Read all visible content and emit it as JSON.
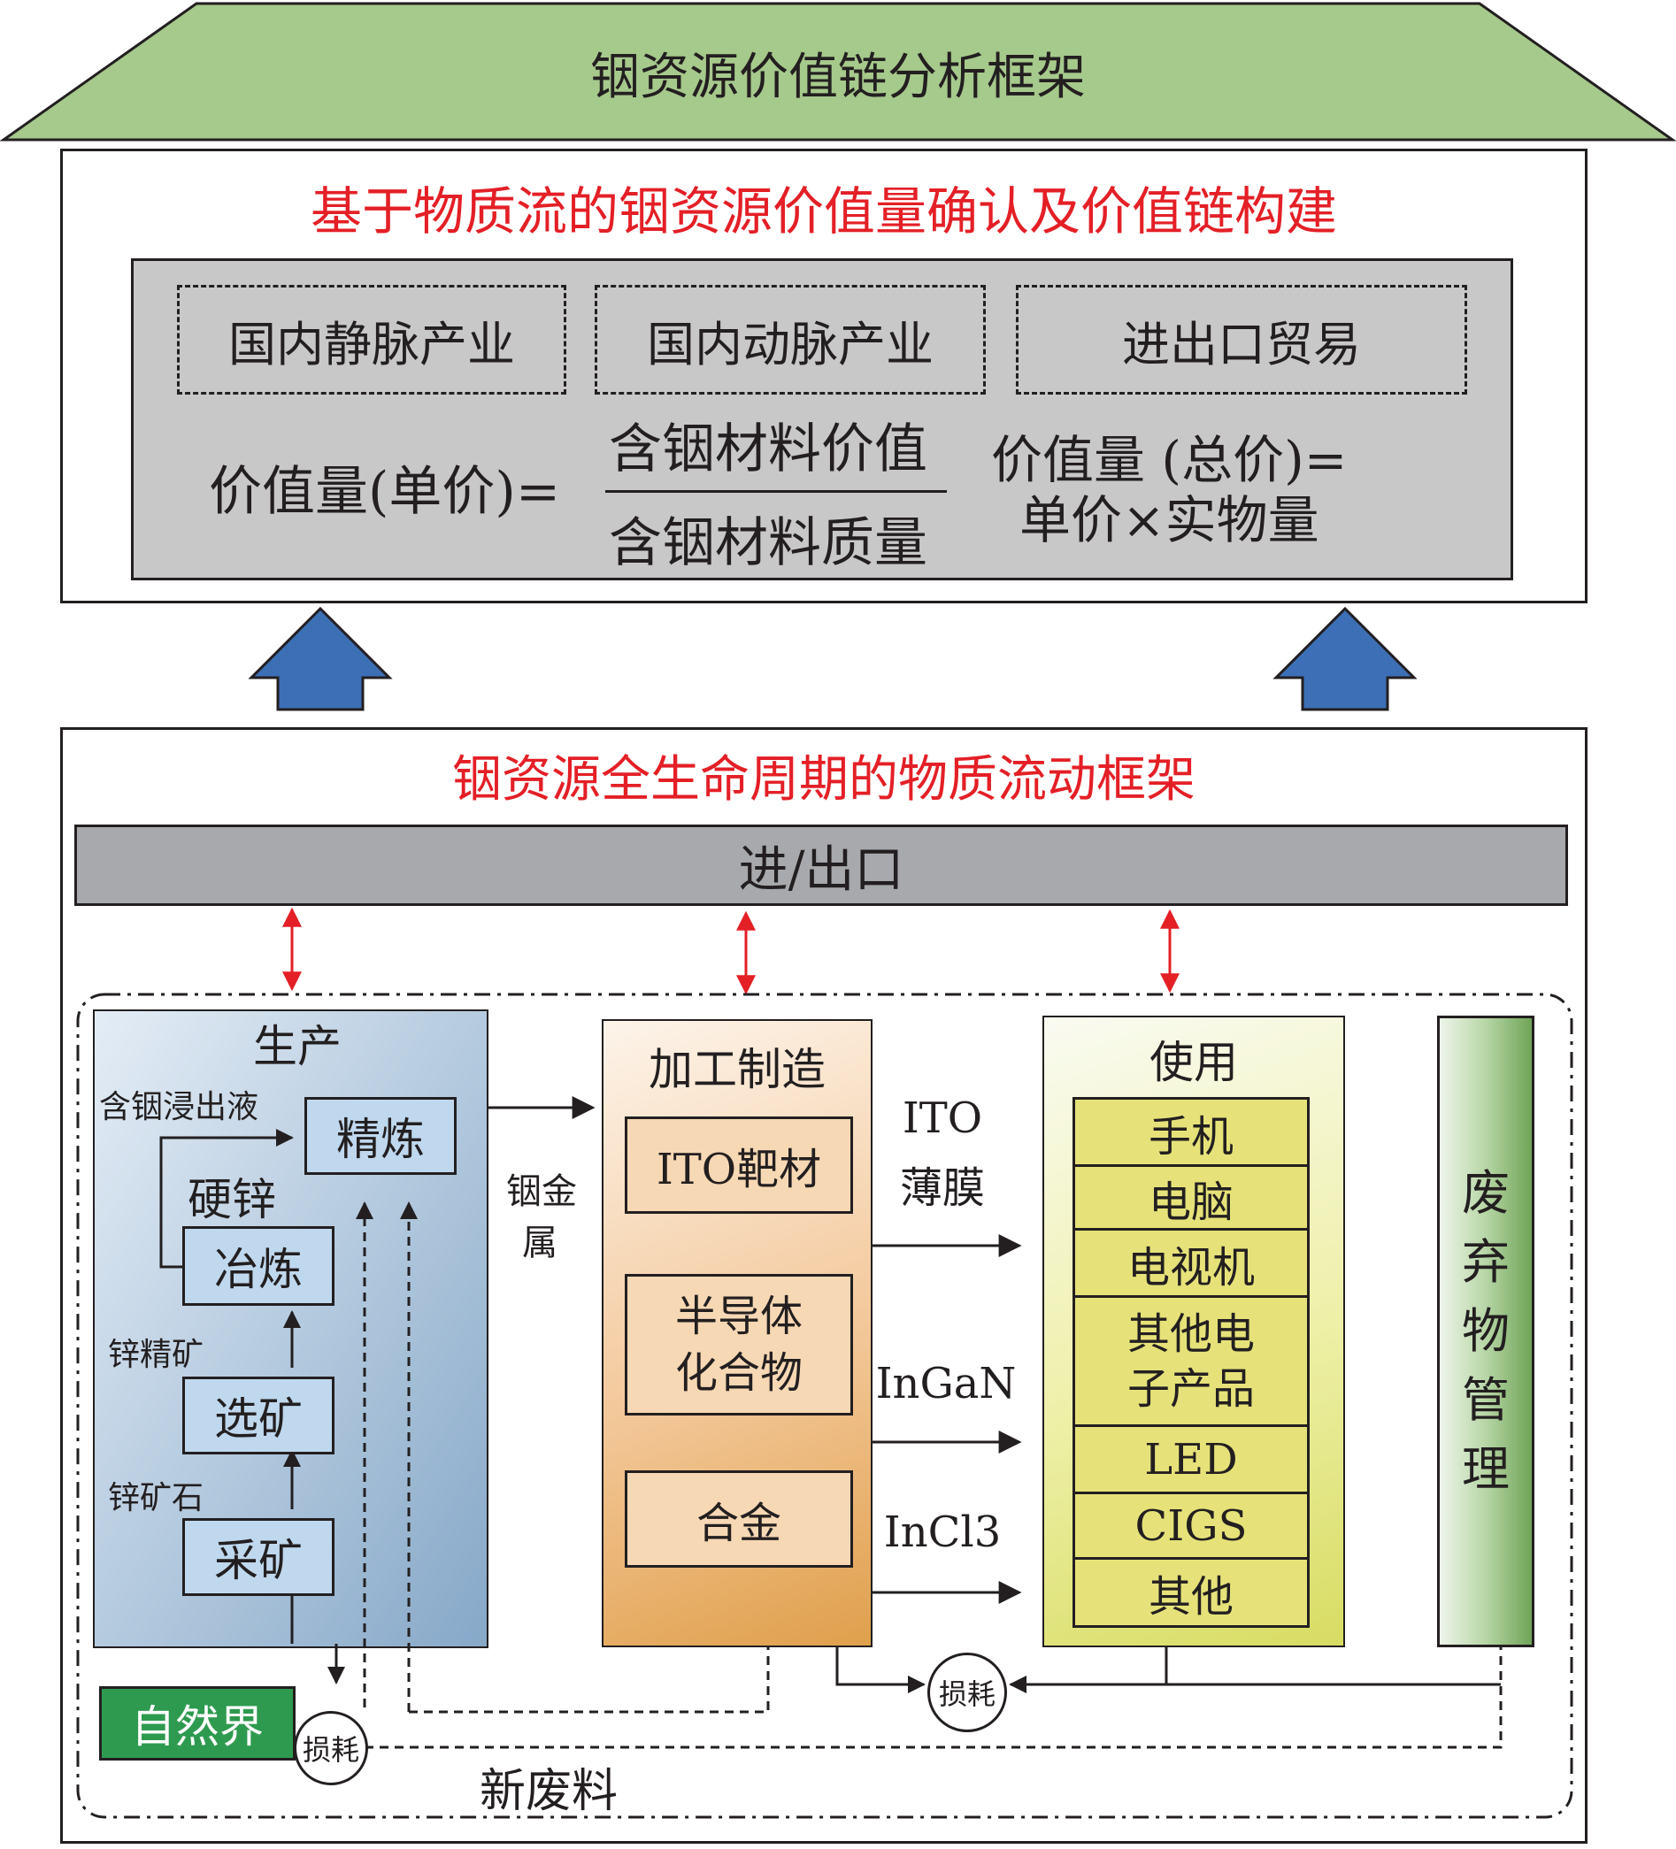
{
  "roof": {
    "title": "铟资源价值链分析框架",
    "color": "#a6c98c"
  },
  "value_section": {
    "title": "基于物质流的铟资源价值量确认及价值链构建",
    "sectors": [
      "国内静脉产业",
      "国内动脉产业",
      "进出口贸易"
    ],
    "unit_price_lhs": "价值量(单价)=",
    "numerator": "含铟材料价值",
    "denominator": "含铟材料质量",
    "total_line1": "价值量 (总价)=",
    "total_line2": "单价×实物量"
  },
  "flow_section": {
    "title": "铟资源全生命周期的物质流动框架",
    "trade_bar": "进/出口",
    "production": {
      "title": "生产",
      "steps": {
        "refine": "精炼",
        "smelt": "冶炼",
        "dress": "选矿",
        "mine": "采矿"
      },
      "labels": {
        "leach": "含铟浸出液",
        "hard_zinc": "硬锌",
        "zinc_conc": "锌精矿",
        "zinc_ore": "锌矿石"
      }
    },
    "metal_label": [
      "铟金",
      "属"
    ],
    "manufacturing": {
      "title": "加工制造",
      "items": [
        [
          "ITO靶材"
        ],
        [
          "半导体",
          "化合物"
        ],
        [
          "合金"
        ]
      ]
    },
    "flows": [
      "ITO",
      "薄膜",
      "InGaN",
      "InCl3"
    ],
    "use": {
      "title": "使用",
      "items": [
        [
          "手机"
        ],
        [
          "电脑"
        ],
        [
          "电视机"
        ],
        [
          "其他电",
          "子产品"
        ],
        [
          "LED"
        ],
        [
          "CIGS"
        ],
        [
          "其他"
        ]
      ]
    },
    "waste": [
      "废",
      "弃",
      "物",
      "管",
      "理"
    ],
    "nature": "自然界",
    "loss": "损耗",
    "new_scrap": "新废料"
  }
}
